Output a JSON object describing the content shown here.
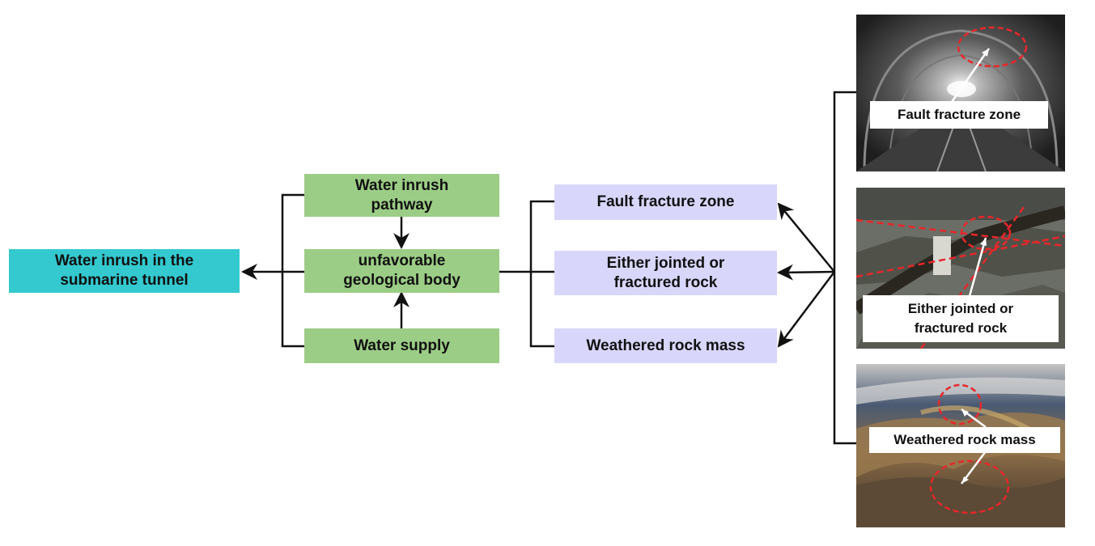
{
  "result": {
    "label": "Water inrush in the submarine tunnel",
    "color": "#33c9cf"
  },
  "middle": {
    "top": "Water inrush pathway",
    "center": "unfavorable geological body",
    "bottom": "Water supply",
    "color": "#9ccd86"
  },
  "types": {
    "items": [
      "Fault fracture zone",
      "Either jointed or fractured rock",
      "Weathered rock mass"
    ],
    "color": "#d8d6fb"
  },
  "photos": [
    {
      "label": "Fault fracture zone"
    },
    {
      "label": "Either jointed or fractured rock"
    },
    {
      "label": "Weathered rock mass"
    }
  ],
  "annotation_color": "#e8262a"
}
